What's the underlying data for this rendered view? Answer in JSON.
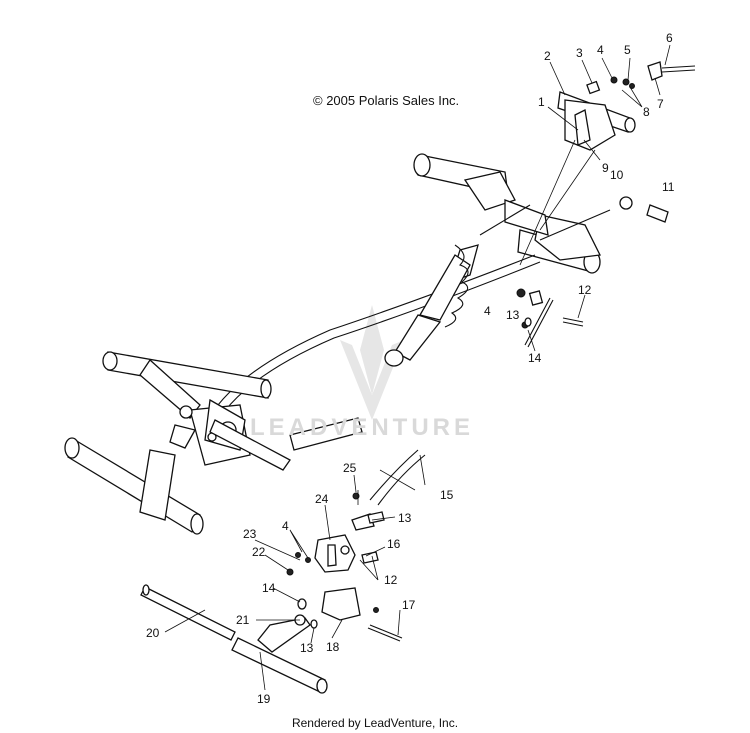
{
  "header": {
    "copyright": "© 2005 Polaris Sales Inc."
  },
  "footer": {
    "rendered_by": "Rendered by LeadVenture, Inc."
  },
  "watermark": {
    "text": "LEADVENTURE"
  },
  "callouts": [
    "1",
    "2",
    "3",
    "4",
    "5",
    "6",
    "7",
    "8",
    "9",
    "10",
    "11",
    "12",
    "4",
    "13",
    "12",
    "14",
    "15",
    "13",
    "25",
    "24",
    "23",
    "4",
    "22",
    "16",
    "12",
    "14",
    "17",
    "20",
    "21",
    "18",
    "13",
    "19"
  ],
  "colors": {
    "ink": "#111111",
    "watermark": "#d9d9d9",
    "background": "#ffffff"
  }
}
